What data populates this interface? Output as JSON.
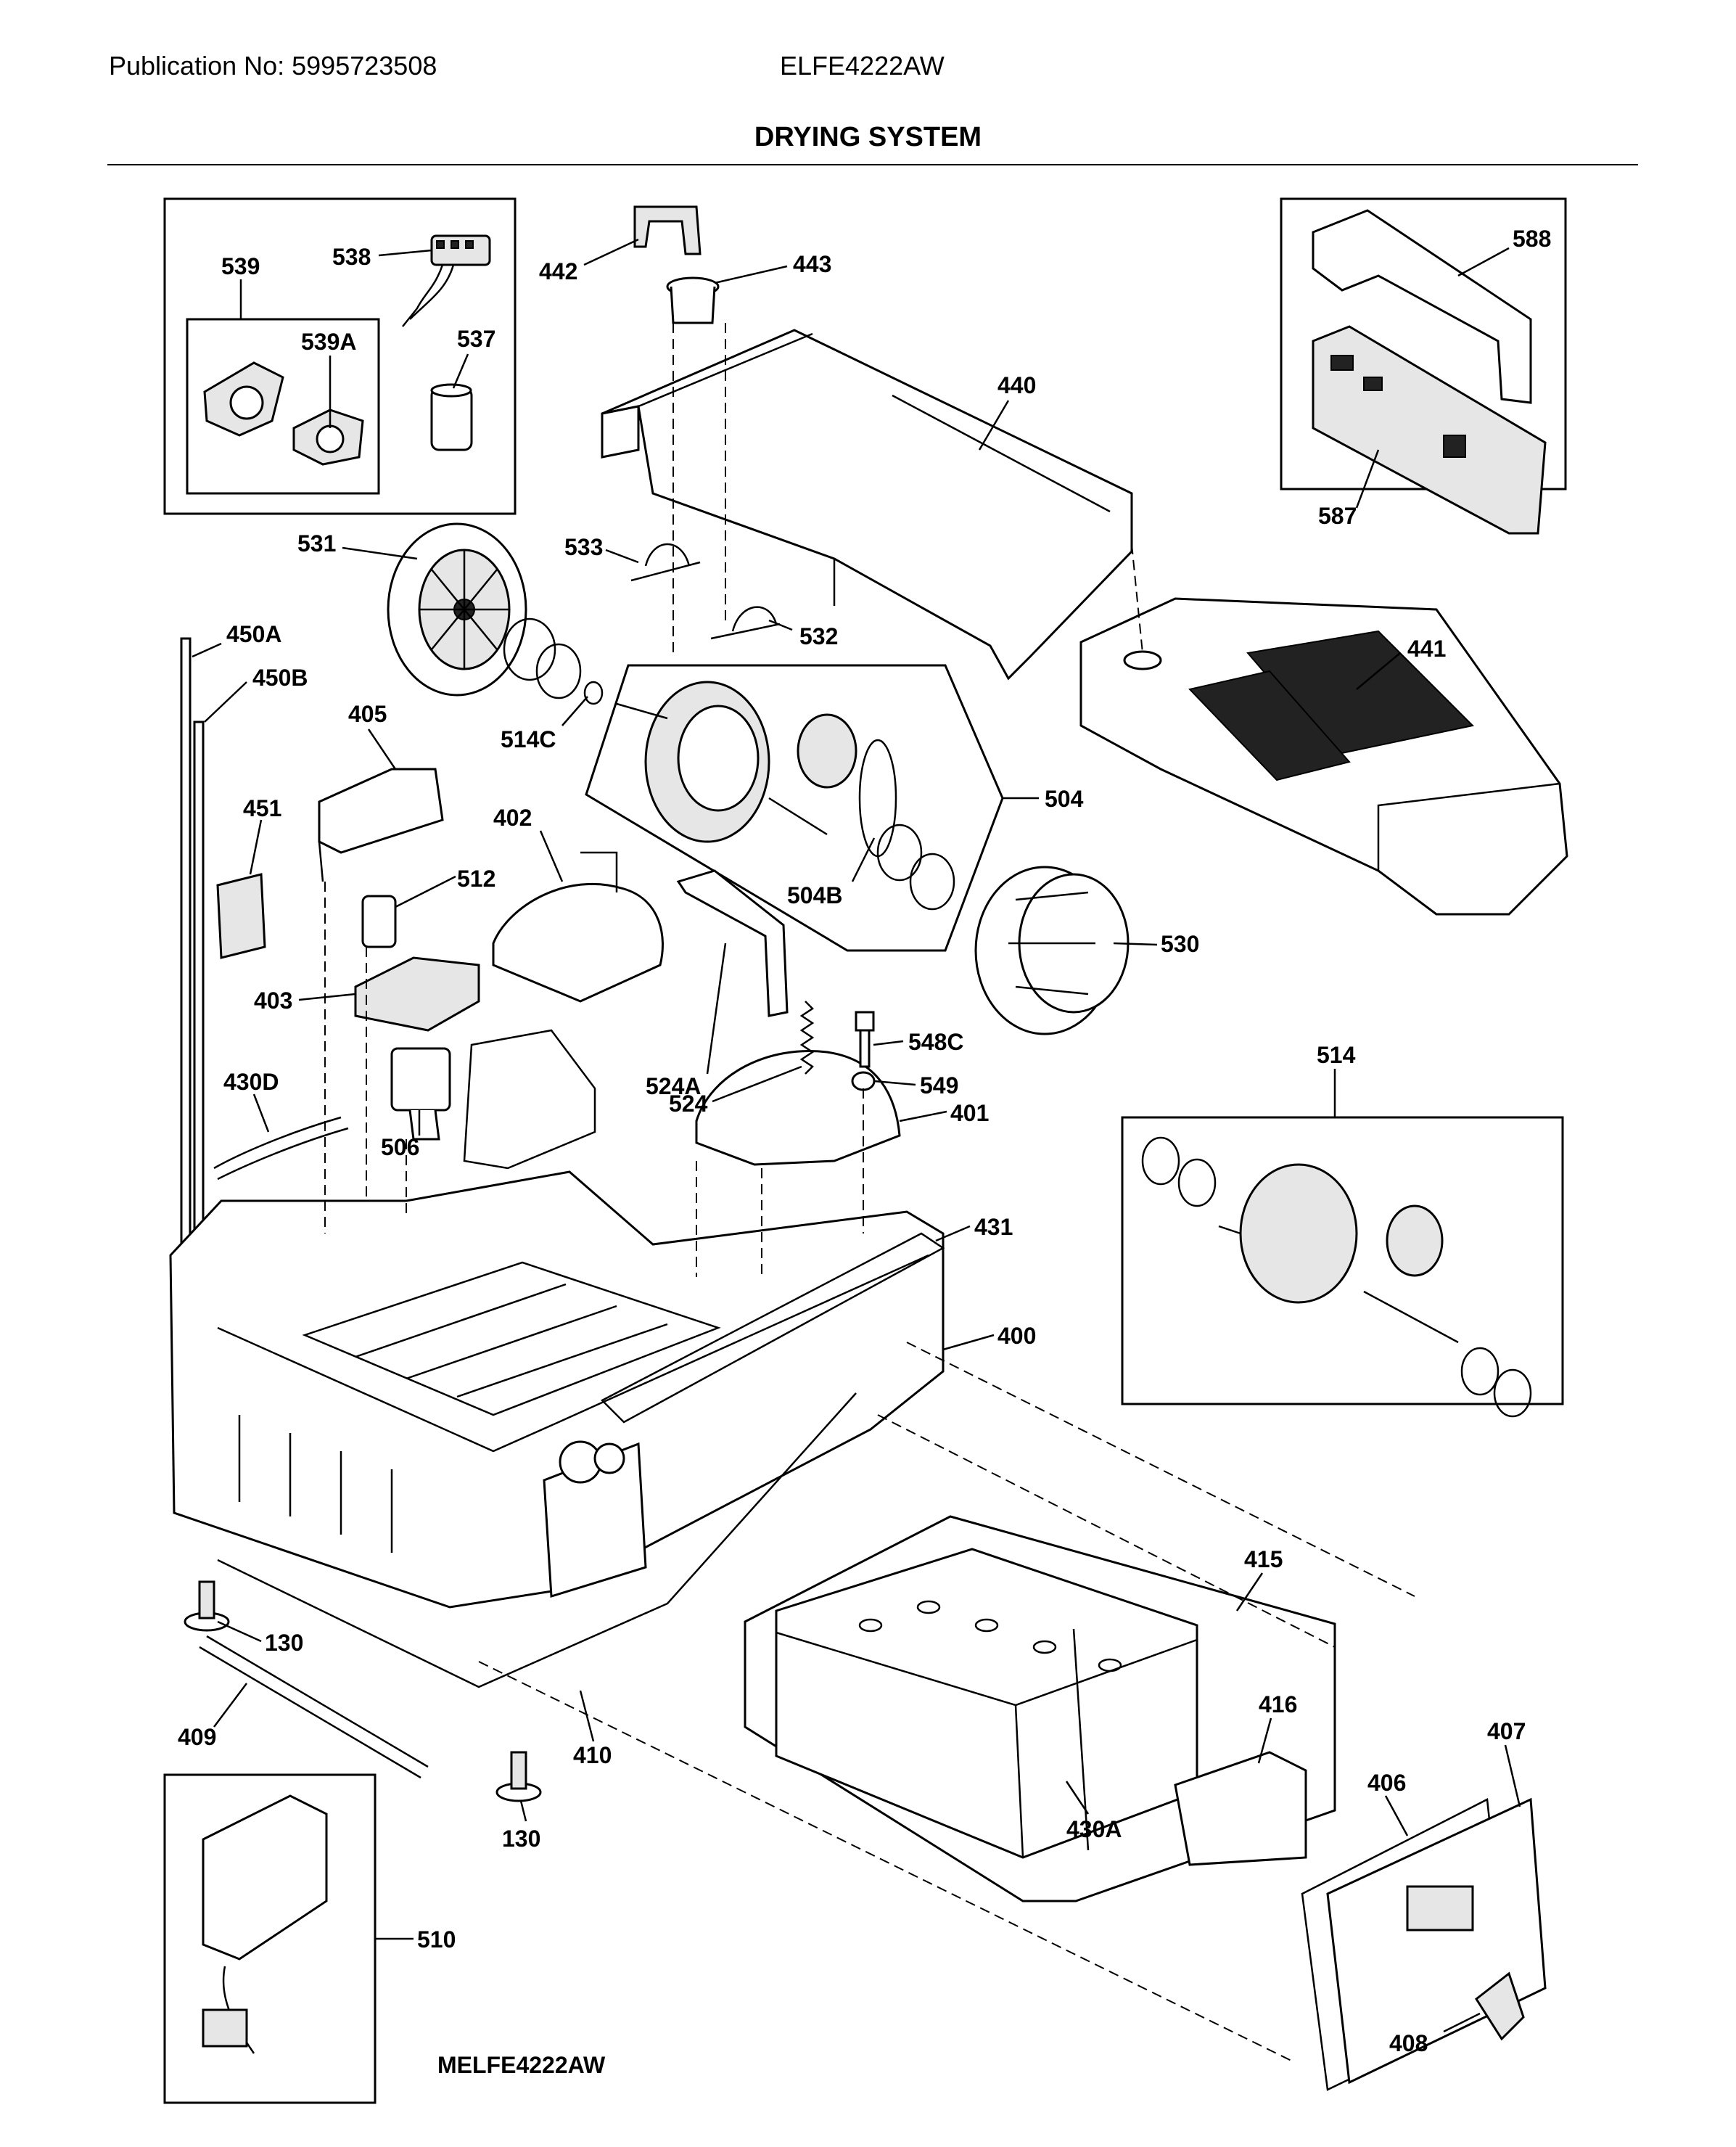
{
  "header": {
    "publication": "Publication No: 5995723508",
    "model": "ELFE4222AW",
    "title": "DRYING SYSTEM"
  },
  "footer_code": "MELFE4222AW",
  "callouts": {
    "p538": "538",
    "p539": "539",
    "p539a": "539A",
    "p537": "537",
    "p442": "442",
    "p443": "443",
    "p440": "440",
    "p588": "588",
    "p587": "587",
    "p531": "531",
    "p533": "533",
    "p532": "532",
    "p441": "441",
    "p450a": "450A",
    "p450b": "450B",
    "p405": "405",
    "p514c": "514C",
    "p504": "504",
    "p451": "451",
    "p402": "402",
    "p512": "512",
    "p504b": "504B",
    "p530": "530",
    "p403": "403",
    "p524a": "524A",
    "p548c": "548C",
    "p549": "549",
    "p524": "524",
    "p514": "514",
    "p430d": "430D",
    "p401": "401",
    "p506": "506",
    "p431": "431",
    "p400": "400",
    "p415": "415",
    "p130a": "130",
    "p409": "409",
    "p410": "410",
    "p416": "416",
    "p407": "407",
    "p406": "406",
    "p130b": "130",
    "p430a": "430A",
    "p510": "510",
    "p408": "408"
  }
}
